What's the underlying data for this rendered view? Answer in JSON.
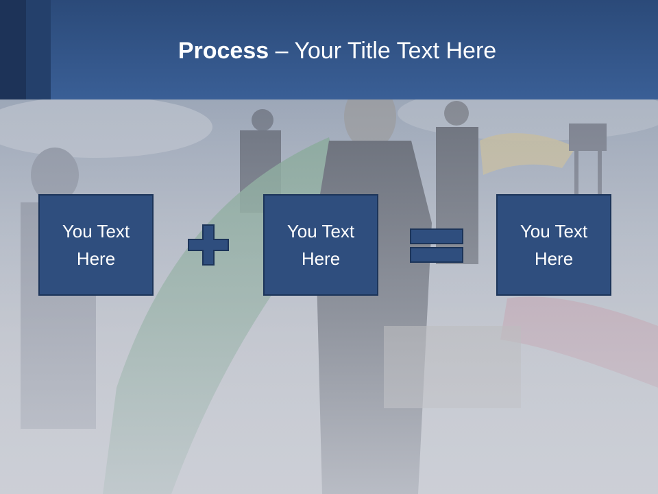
{
  "slide": {
    "title_bold": "Process",
    "title_rest": " – Your Title Text Here",
    "boxes": [
      {
        "line1": "You Text",
        "line2": "Here"
      },
      {
        "line1": "You Text",
        "line2": "Here"
      },
      {
        "line1": "You Text",
        "line2": "Here"
      }
    ],
    "operators": [
      "plus-icon",
      "equals-icon"
    ]
  },
  "colors": {
    "header": "#3a5f96",
    "box_fill": "#2f4e7e",
    "box_border": "#1c3459",
    "text": "#ffffff"
  }
}
